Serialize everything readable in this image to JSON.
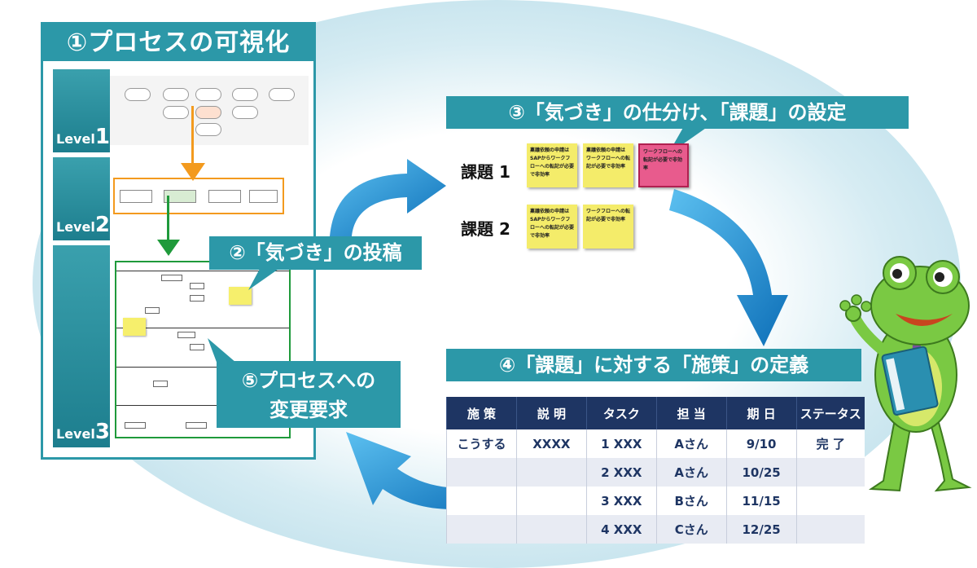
{
  "panel1": {
    "title": "①プロセスの可視化",
    "levels": [
      {
        "label": "Level",
        "num": "1"
      },
      {
        "label": "Level",
        "num": "2"
      },
      {
        "label": "Level",
        "num": "3"
      }
    ]
  },
  "labels": {
    "step2": "②「気づき」の投稿",
    "step3": "③「気づき」の仕分け、「課題」の設定",
    "step4": "④「課題」に対する「施策」の定義",
    "step5_line1": "⑤プロセスへの",
    "step5_line2": "変更要求"
  },
  "issues": [
    {
      "label": "課題 1",
      "notes": [
        {
          "color": "yellow",
          "text": "稟議依頼の申請は SAPからワークフローへの転記が必要で非効率"
        },
        {
          "color": "yellow",
          "text": "稟議依頼の申請は ワークフローへの転記が必要で非効率"
        },
        {
          "color": "pink",
          "text": "ワークフローへの転記が必要で非効率"
        }
      ]
    },
    {
      "label": "課題 2",
      "notes": [
        {
          "color": "yellow",
          "text": "稟議依頼の申請は SAPからワークフローへの転記が必要で非効率"
        },
        {
          "color": "yellow",
          "text": "ワークフローへの転記が必要で非効率"
        }
      ]
    }
  ],
  "table": {
    "headers": [
      "施 策",
      "説 明",
      "タスク",
      "担 当",
      "期 日",
      "ステータス"
    ],
    "rows": [
      [
        "こうする",
        "XXXX",
        "1 XXX",
        "Aさん",
        "9/10",
        "完 了"
      ],
      [
        "",
        "",
        "2 XXX",
        "Aさん",
        "10/25",
        ""
      ],
      [
        "",
        "",
        "3 XXX",
        "Bさん",
        "11/15",
        ""
      ],
      [
        "",
        "",
        "4 XXX",
        "Cさん",
        "12/25",
        ""
      ]
    ]
  },
  "colors": {
    "teal": "#2c98a8",
    "navy": "#1e3563",
    "arrow_blue": "#1a8ad4",
    "orange": "#f39a1e",
    "green": "#1f9a3b",
    "sticky_yellow": "#f4ec6a",
    "sticky_pink": "#e85b8d"
  }
}
